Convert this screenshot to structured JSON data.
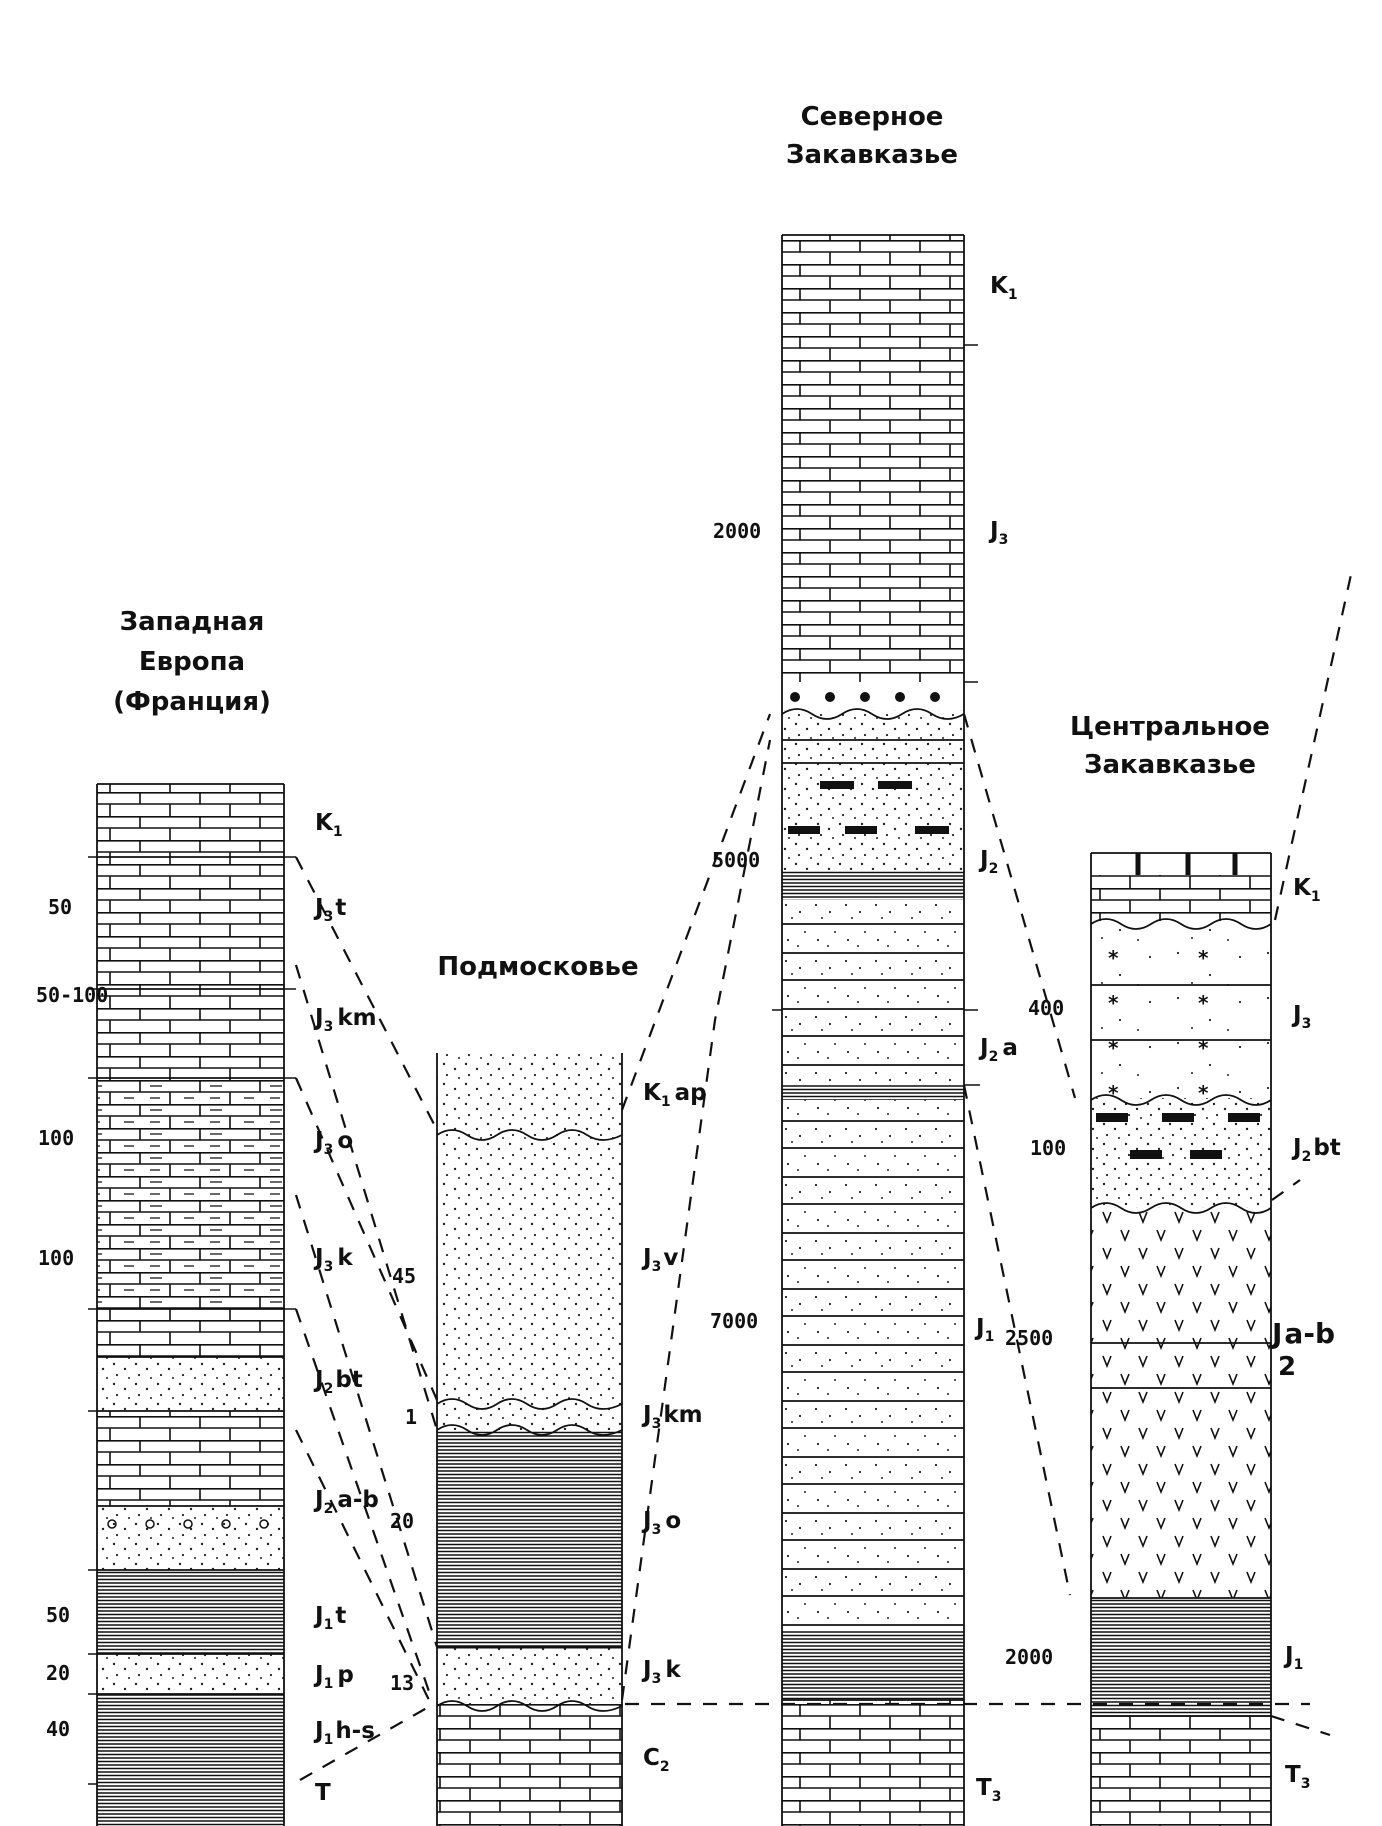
{
  "diagram": {
    "columns": [
      {
        "id": "western-europe",
        "title_lines": [
          "Западная",
          "Европа",
          "(Франция)"
        ],
        "units": [
          {
            "name": "K",
            "sub": "1",
            "lith": "limestone"
          },
          {
            "name": "J",
            "sub": "3",
            "suffix": "t",
            "thickness": "50",
            "lith": "limestone"
          },
          {
            "name": "J",
            "sub": "3",
            "suffix": "km",
            "thickness": "50-100",
            "lith": "limestone"
          },
          {
            "name": "J",
            "sub": "3",
            "suffix": "o",
            "thickness": "100",
            "lith": "marly-limestone"
          },
          {
            "name": "J",
            "sub": "3",
            "suffix": "k",
            "thickness": "100",
            "lith": "marly-limestone"
          },
          {
            "name": "J",
            "sub": "2",
            "suffix": "bt",
            "lith": "sandstone"
          },
          {
            "name": "J",
            "sub": "2",
            "suffix": "a-b",
            "lith": "limestone"
          },
          {
            "name": "J",
            "sub": "1",
            "suffix": "t",
            "thickness": "50",
            "lith": "shale"
          },
          {
            "name": "J",
            "sub": "1",
            "suffix": "p",
            "thickness": "20",
            "lith": "sandstone"
          },
          {
            "name": "J",
            "sub": "1",
            "suffix": "h-s",
            "thickness": "40",
            "lith": "shale"
          },
          {
            "name": "T",
            "lith": "shale"
          }
        ]
      },
      {
        "id": "moscow-region",
        "title_lines": [
          "Подмосковье"
        ],
        "units": [
          {
            "name": "K",
            "sub": "1",
            "suffix": "ap",
            "lith": "sand"
          },
          {
            "name": "J",
            "sub": "3",
            "suffix": "v",
            "thickness": "45",
            "lith": "sand"
          },
          {
            "name": "J",
            "sub": "3",
            "suffix": "km",
            "thickness": "1",
            "lith": "sand"
          },
          {
            "name": "J",
            "sub": "3",
            "suffix": "o",
            "thickness": "20",
            "lith": "clay"
          },
          {
            "name": "J",
            "sub": "3",
            "suffix": "k",
            "thickness": "13",
            "lith": "sand"
          },
          {
            "name": "C",
            "sub": "2",
            "lith": "limestone"
          }
        ]
      },
      {
        "id": "north-transcaucasia",
        "title_lines": [
          "Северное",
          "Закавказье"
        ],
        "units": [
          {
            "name": "K",
            "sub": "1",
            "lith": "limestone"
          },
          {
            "name": "J",
            "sub": "3",
            "thickness": "2000",
            "lith": "limestone"
          },
          {
            "name": "J",
            "sub": "2",
            "thickness": "5000",
            "lith": "sandstone"
          },
          {
            "name": "J",
            "sub": "2",
            "suffix": "a",
            "lith": "shale-sand"
          },
          {
            "name": "J",
            "sub": "1",
            "thickness": "7000",
            "lith": "shale-sand"
          },
          {
            "name": "T",
            "sub": "3",
            "lith": "limestone"
          }
        ]
      },
      {
        "id": "central-transcaucasia",
        "title_lines": [
          "Центральное",
          "Закавказье"
        ],
        "units": [
          {
            "name": "K",
            "sub": "1",
            "lith": "limestone"
          },
          {
            "name": "J",
            "sub": "3",
            "thickness": "400",
            "lith": "tuff-sand"
          },
          {
            "name": "J",
            "sub": "2",
            "suffix": "bt",
            "thickness": "100",
            "lith": "sandstone"
          },
          {
            "name": "J",
            "sub": "2",
            "suffix": "a-b",
            "thickness": "2500",
            "lith": "volcanics"
          },
          {
            "name": "J",
            "sub": "1",
            "thickness": "2000",
            "lith": "shale"
          },
          {
            "name": "T",
            "sub": "3",
            "lith": "limestone"
          }
        ]
      }
    ]
  }
}
